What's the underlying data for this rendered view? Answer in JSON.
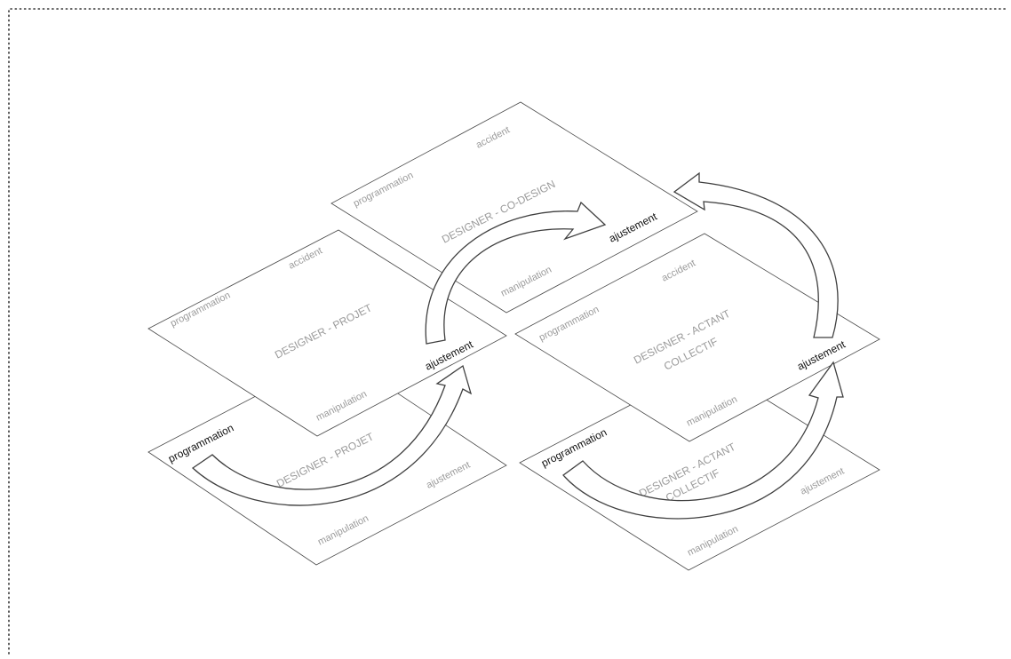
{
  "planes": {
    "top_left": {
      "programmation": "programmation",
      "accident": "accident",
      "title": "DESIGNER - PROJET",
      "manipulation": "manipulation",
      "ajustement": "ajustement"
    },
    "bottom_left": {
      "programmation": "programmation",
      "title": "DESIGNER - PROJET",
      "ajustement": "ajustement",
      "manipulation": "manipulation"
    },
    "top_center": {
      "programmation": "programmation",
      "accident": "accident",
      "title": "DESIGNER - CO-DESIGN",
      "manipulation": "manipulation",
      "ajustement": "ajustement"
    },
    "top_right": {
      "programmation": "programmation",
      "accident": "accident",
      "title_line1": "DESIGNER - ACTANT",
      "title_line2": "COLLECTIF",
      "manipulation": "manipulation",
      "ajustement": "ajustement"
    },
    "bottom_right": {
      "programmation": "programmation",
      "title_line1": "DESIGNER - ACTANT",
      "title_line2": "COLLECTIF",
      "ajustement": "ajustement",
      "manipulation": "manipulation"
    }
  }
}
